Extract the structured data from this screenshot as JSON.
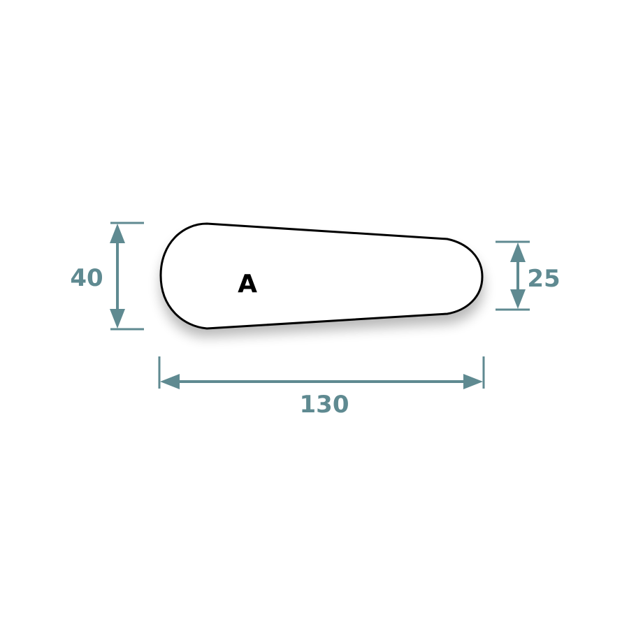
{
  "shape": {
    "label": "A"
  },
  "dimensions": {
    "height_left": "40",
    "height_right": "25",
    "length": "130"
  },
  "colors": {
    "dimension": "#5f8a91",
    "outline": "#000000",
    "fill": "#ffffff",
    "shadow": "#000000",
    "label": "#000000"
  }
}
